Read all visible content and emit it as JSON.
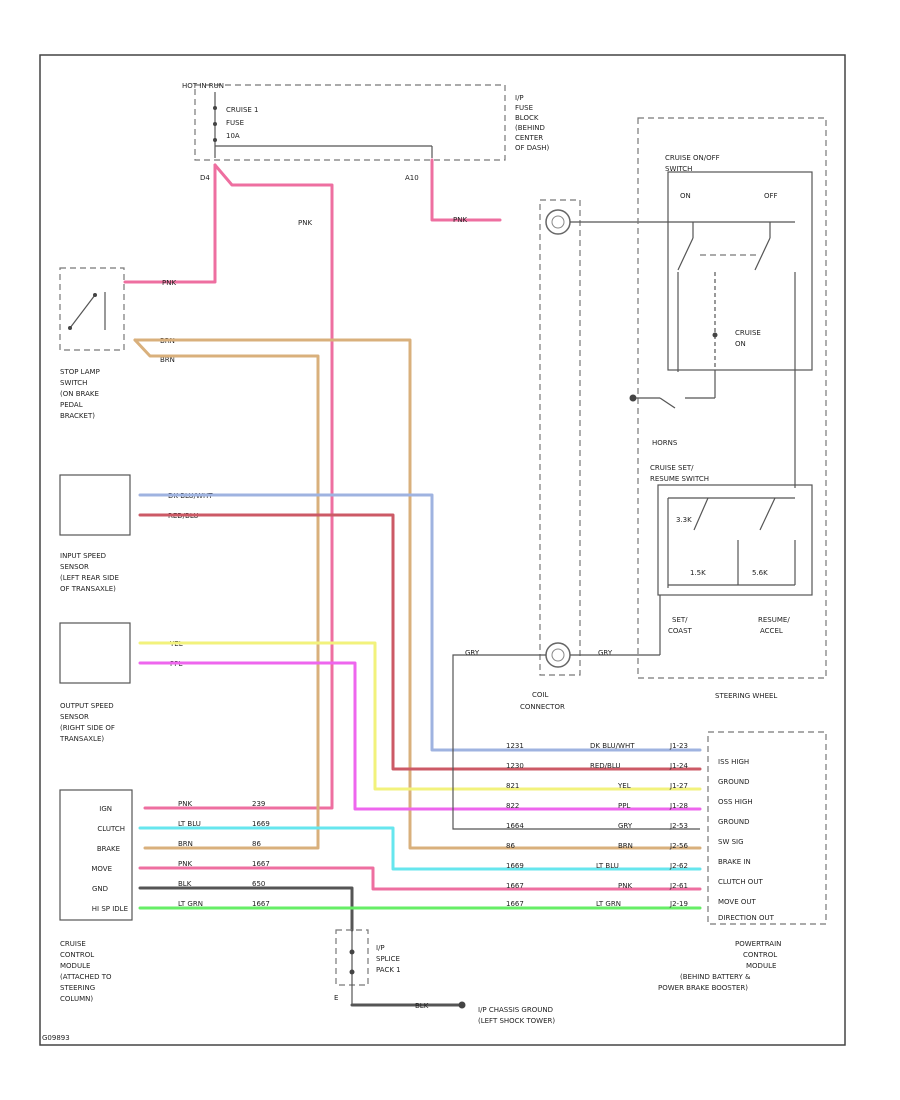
{
  "colors": {
    "pnk": "#ee6fa0",
    "brn": "#d9b07c",
    "dkblu": "#9fb3e0",
    "red": "#cc5a66",
    "yel": "#f2f27c",
    "ppl": "#ee66ee",
    "ltblu": "#66e6ee",
    "blk": "#555555",
    "ltgrn": "#66ee66",
    "gry": "#888888"
  },
  "hot_switch": {
    "label": "HOT IN RUN"
  },
  "fuse_block": {
    "lines": [
      "I/P",
      "FUSE",
      "BLOCK",
      "(BEHIND",
      "CENTER",
      "OF DASH)"
    ],
    "fuse_lines": [
      "CRUISE 1",
      "FUSE",
      "10A"
    ],
    "pin_left": "D4",
    "pin_right": "A10"
  },
  "stop_lamp_switch": {
    "lines": [
      "STOP LAMP",
      "SWITCH",
      "(ON BRAKE",
      "PEDAL",
      "BRACKET)"
    ],
    "wire_pnk": "PNK",
    "wire_brn1": "BRN",
    "wire_brn2": "BRN",
    "pnk_vertical": "PNK"
  },
  "input_speed_sensor": {
    "lines": [
      "INPUT SPEED",
      "SENSOR",
      "(LEFT REAR SIDE",
      "OF TRANSAXLE)"
    ],
    "wire1": "DK BLU/WHT",
    "wire2": "RED/BLU"
  },
  "output_speed_sensor": {
    "lines": [
      "OUTPUT SPEED",
      "SENSOR",
      "(RIGHT SIDE OF",
      "TRANSAXLE)"
    ],
    "wire1": "YEL",
    "wire2": "PPL"
  },
  "coil": {
    "wire_pnk": "PNK",
    "wire_left": "GRY",
    "wire_right": "GRY",
    "lines": [
      "COIL",
      "CONNECTOR"
    ]
  },
  "steering_wheel": {
    "label": "STEERING WHEEL",
    "horn": "HORNS"
  },
  "cruise_onoff": {
    "lines": [
      "CRUISE ON/OFF",
      "SWITCH"
    ],
    "on": "ON",
    "off": "OFF",
    "cruise_on": [
      "CRUISE",
      "ON"
    ]
  },
  "cruise_set": {
    "lines": [
      "CRUISE SET/",
      "RESUME SWITCH"
    ],
    "r1": "3.3K",
    "r2": "1.5K",
    "r3": "5.6K",
    "set_lbl": [
      "SET/",
      "COAST"
    ],
    "resume_lbl": [
      "RESUME/",
      "ACCEL"
    ]
  },
  "ccm": {
    "pins": [
      "IGN",
      "CLUTCH",
      "BRAKE",
      "MOVE",
      "GND",
      "HI SP IDLE"
    ],
    "wire_colors": [
      "PNK",
      "LT BLU",
      "BRN",
      "PNK",
      "BLK",
      "LT GRN"
    ],
    "circuits": [
      "239",
      "1669",
      "86",
      "1667",
      "650",
      "1667"
    ],
    "lines": [
      "CRUISE",
      "CONTROL",
      "MODULE",
      "(ATTACHED TO",
      "STEERING",
      "COLUMN)"
    ]
  },
  "pcm": {
    "pins": [
      "ISS HIGH",
      "GROUND",
      "OSS HIGH",
      "GROUND",
      "SW SIG",
      "BRAKE IN",
      "CLUTCH OUT",
      "MOVE OUT",
      "DIRECTION OUT"
    ],
    "circuits": [
      "1231",
      "1230",
      "821",
      "822",
      "1664",
      "86",
      "1669",
      "1667",
      "1667"
    ],
    "wire_colors": [
      "DK BLU/WHT",
      "RED/BLU",
      "YEL",
      "PPL",
      "GRY",
      "BRN",
      "LT BLU",
      "PNK",
      "LT GRN"
    ],
    "pin_ids": [
      "J1-23",
      "J1-24",
      "J1-27",
      "J1-28",
      "J2-53",
      "J2-56",
      "J2-62",
      "J2-61",
      "J2-19"
    ],
    "lines": [
      "POWERTRAIN",
      "CONTROL",
      "MODULE",
      "(BEHIND BATTERY &",
      "POWER BRAKE BOOSTER)"
    ]
  },
  "ip_splice": {
    "lines": [
      "I/P",
      "SPLICE",
      "PACK 1"
    ],
    "wire": "BLK",
    "pin": "E",
    "ground": [
      "I/P CHASSIS GROUND",
      "(LEFT SHOCK TOWER)"
    ]
  },
  "footer": {
    "code": "G09893"
  }
}
